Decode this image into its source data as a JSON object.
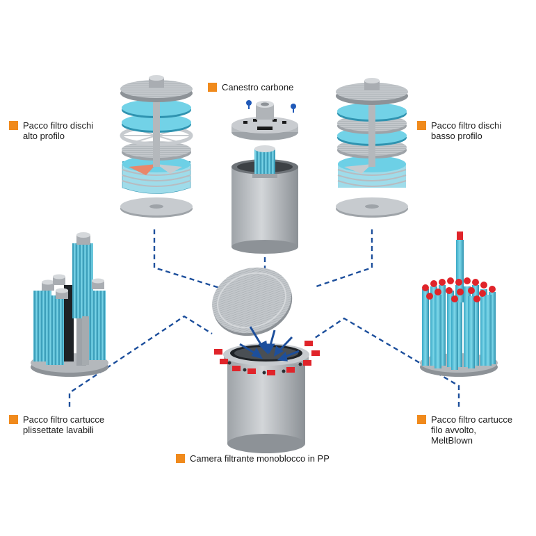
{
  "labels": {
    "canestro": [
      "Canestro carbone"
    ],
    "dischi_alto": [
      "Pacco filtro dischi",
      "alto profilo"
    ],
    "dischi_basso": [
      "Pacco filtro dischi",
      "basso profilo"
    ],
    "cartucce_lavabili": [
      "Pacco filtro cartucce",
      "plissettate lavabili"
    ],
    "cartucce_filo": [
      "Pacco filtro cartucce",
      "filo avvolto,",
      "MeltBlown"
    ],
    "camera": [
      "Camera filtrante monoblocco in PP"
    ]
  },
  "colors": {
    "marker": "#f08a1c",
    "connector": "#1d4f9c",
    "housing": "#b4b8bc",
    "filter_media": "#4fc3dc",
    "cap_red": "#e0242a"
  }
}
